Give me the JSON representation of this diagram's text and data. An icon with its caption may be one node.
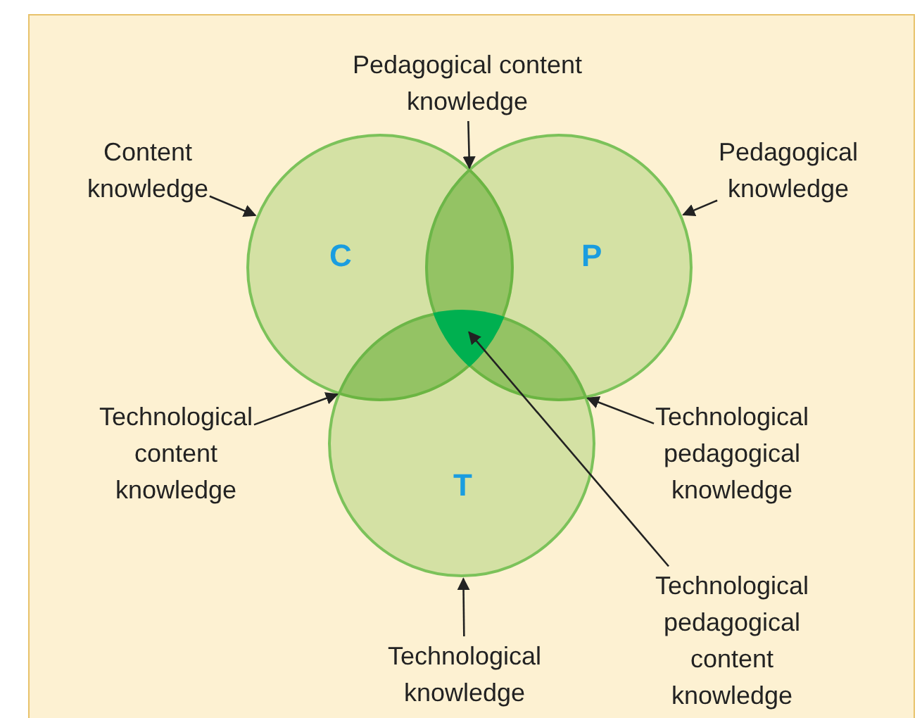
{
  "diagram": {
    "nodes": [
      {
        "text": [
          "C"
        ]
      },
      {
        "text": [
          "P"
        ]
      },
      {
        "text": [
          "T"
        ]
      },
      {
        "text": [
          "Pedagogical content knowledge"
        ]
      },
      {
        "text": [
          "Content knowledge"
        ]
      },
      {
        "text": [
          "Pedagogical knowledge"
        ]
      },
      {
        "text": [
          "Technological content knowledge"
        ]
      },
      {
        "text": [
          "Technological pedagogical knowledge"
        ]
      },
      {
        "text": [
          "Technological knowledge"
        ]
      },
      {
        "text": [
          "Technological pedagogical content knowledge"
        ]
      },
      {
        "text": [],
        "shape": "lens"
      },
      {
        "text": [],
        "shape": "lens"
      },
      {
        "text": [],
        "shape": "lens"
      },
      {
        "text": [],
        "shape": "region"
      }
    ],
    "edges": [
      {
        "from": 3,
        "to": 10,
        "arrow": "to"
      },
      {
        "from": 4,
        "to": 0,
        "arrow": "to"
      },
      {
        "from": 5,
        "to": 1,
        "arrow": "to"
      },
      {
        "from": 6,
        "to": 11,
        "arrow": "to"
      },
      {
        "from": 7,
        "to": 12,
        "arrow": "to"
      },
      {
        "from": 8,
        "to": 2,
        "arrow": "to"
      },
      {
        "from": 9,
        "to": 13,
        "arrow": "to"
      }
    ]
  }
}
